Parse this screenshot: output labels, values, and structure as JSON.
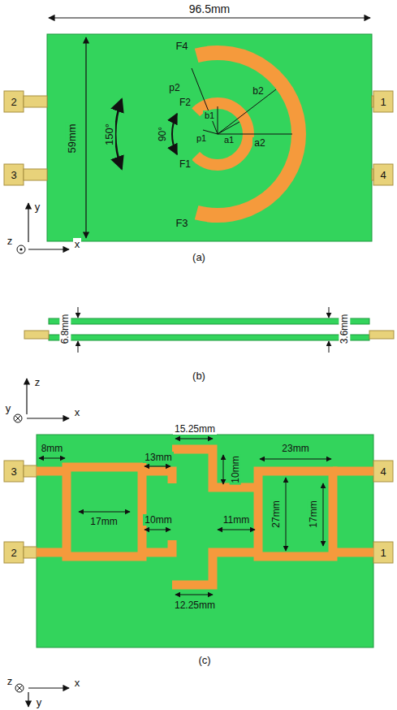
{
  "diagram": {
    "labels": [
      "96.5mm",
      "59mm",
      "2",
      "3",
      "1",
      "4",
      "F4",
      "F2",
      "F1",
      "F3",
      "p2",
      "b1",
      "b2",
      "a2",
      "p1",
      "a1",
      "150°",
      "90°",
      "(a)",
      "y",
      "x",
      "z",
      "6.8mm",
      "3.6mm",
      "(b)",
      "z",
      "y",
      "x",
      "15.25mm",
      "8mm",
      "13mm",
      "23mm",
      "10mm",
      "3",
      "4",
      "17mm",
      "10mm",
      "11mm",
      "27mm",
      "17mm",
      "2",
      "1",
      "12.25mm",
      "(c)",
      "z",
      "x",
      "y"
    ]
  }
}
